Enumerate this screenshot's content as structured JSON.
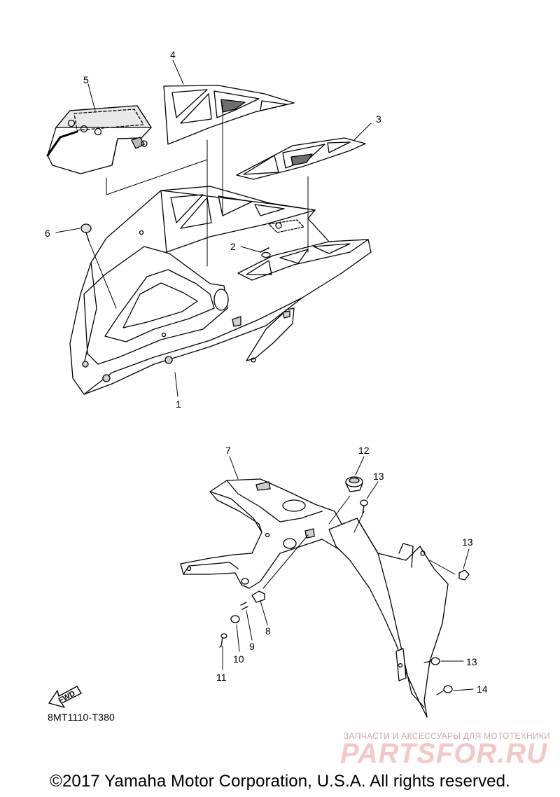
{
  "callouts": {
    "c1": "1",
    "c2": "2",
    "c3": "3",
    "c4": "4",
    "c5": "5",
    "c6": "6",
    "c7": "7",
    "c8": "8",
    "c9": "9",
    "c10": "10",
    "c11": "11",
    "c12": "12",
    "c13a": "13",
    "c13b": "13",
    "c13c": "13",
    "c14": "14"
  },
  "fwd_label": "FWD",
  "diagram_code": "8MT1110-T380",
  "watermark": {
    "tagline": "ЗАПЧАСТИ И АКСЕССУАРЫ ДЛЯ МОТОТЕХНИКИ",
    "brand": "PARTSFOR.RU"
  },
  "copyright": "©2017 Yamaha Motor Corporation, U.S.A. All rights reserved."
}
